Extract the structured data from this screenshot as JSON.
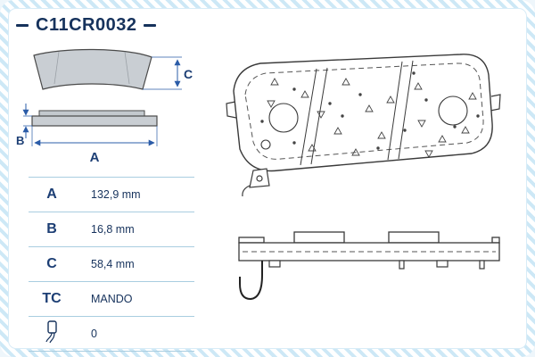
{
  "header": {
    "part_number": "C11CR0032"
  },
  "left_drawing": {
    "label_a": "A",
    "label_b": "B",
    "label_c": "C"
  },
  "spec_table": {
    "rows": [
      {
        "label": "A",
        "value": "132,9 mm"
      },
      {
        "label": "B",
        "value": "16,8 mm"
      },
      {
        "label": "C",
        "value": "58,4 mm"
      },
      {
        "label": "TC",
        "value": "MANDO"
      },
      {
        "label": "",
        "value": "0"
      }
    ],
    "sensor_row_icon": "wear-sensor-icon"
  },
  "colors": {
    "accent_navy": "#16325c",
    "dimension_blue": "#2b5ca8",
    "border_stripe_blue": "#cde8f6",
    "drawing_line": "#3a3a3a",
    "pad_fill_gray": "#c9ced3"
  }
}
